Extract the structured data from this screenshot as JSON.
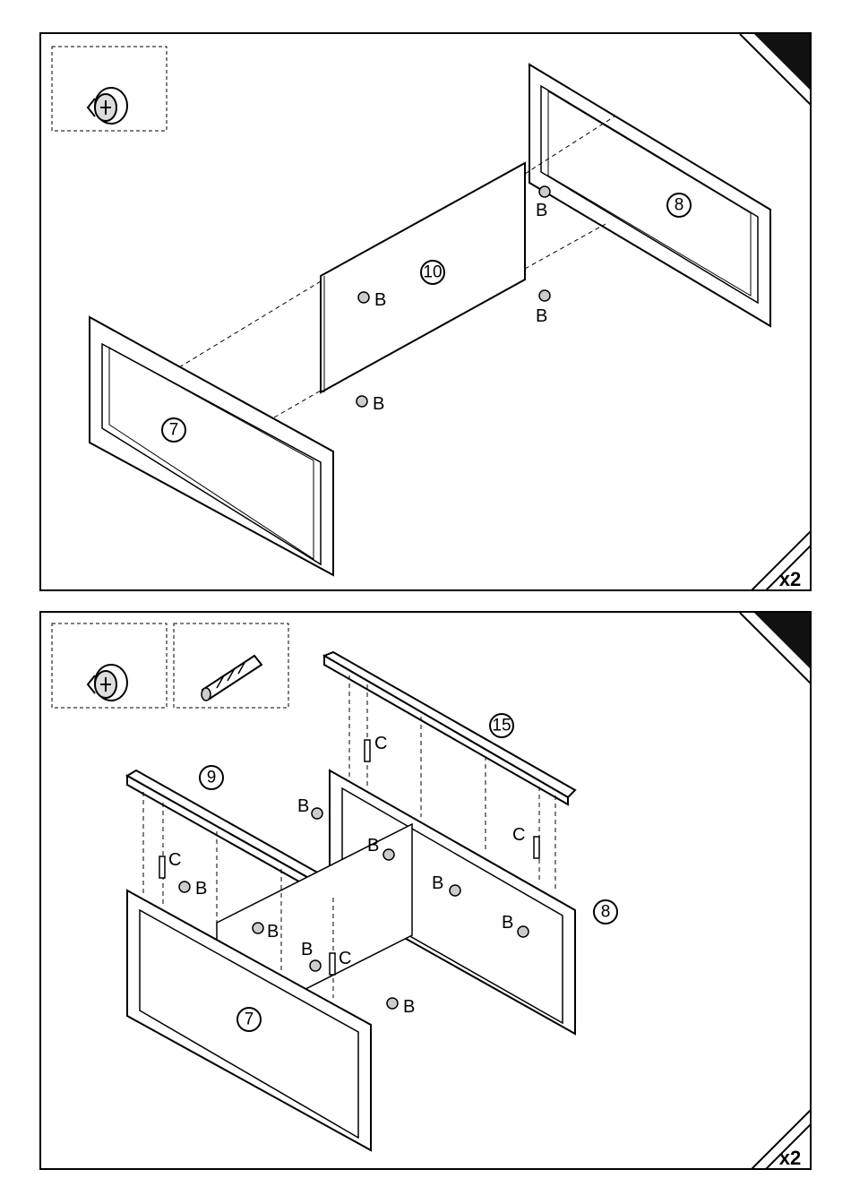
{
  "steps": [
    {
      "repeat_badge": "x2",
      "hardware_icons": [
        "cam-lock-icon"
      ],
      "parts": {
        "a": "7",
        "b": "10",
        "c": "8"
      },
      "fastener_label": "B"
    },
    {
      "repeat_badge": "x2",
      "hardware_icons": [
        "cam-lock-icon",
        "wood-dowel-icon"
      ],
      "parts": {
        "a": "15",
        "b": "9",
        "c": "8",
        "d": "7"
      },
      "fastener_label": "B",
      "dowel_label": "C"
    }
  ]
}
